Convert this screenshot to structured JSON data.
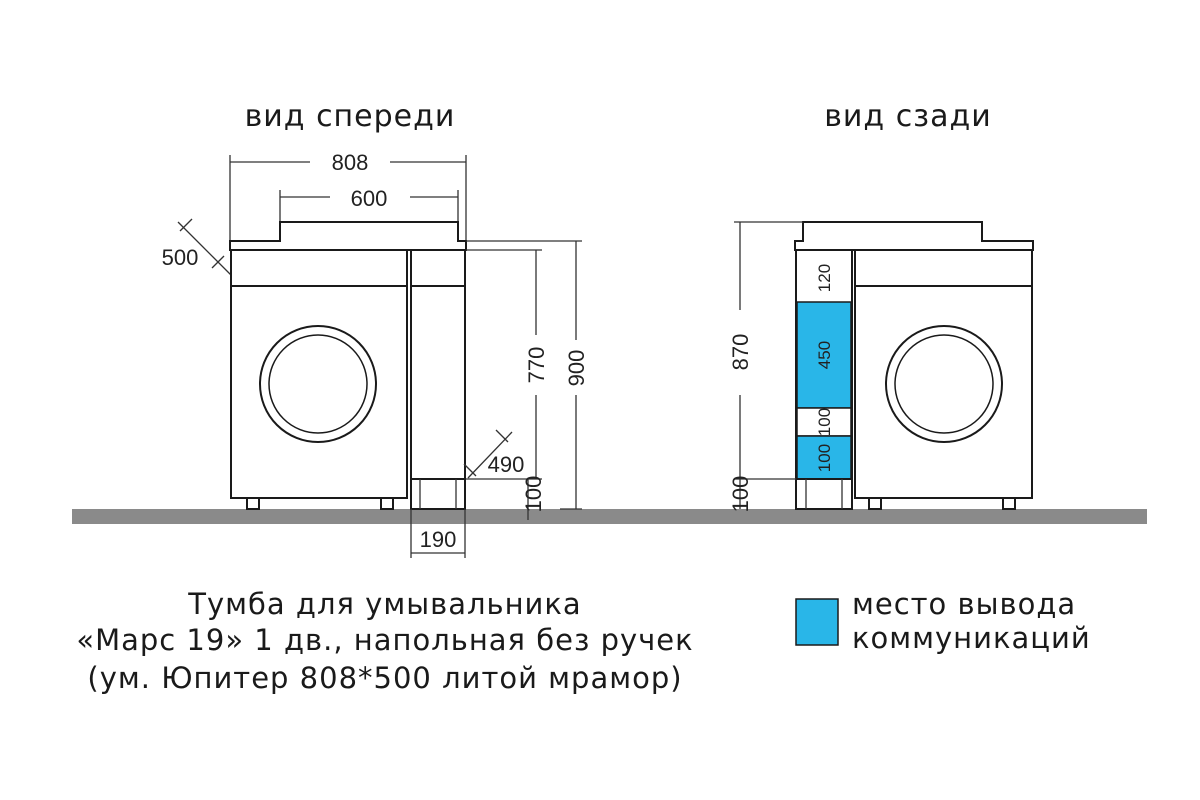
{
  "titles": {
    "front": "вид спереди",
    "back": "вид сзади"
  },
  "front": {
    "dim_width_total": "808",
    "dim_width_basin": "600",
    "dim_depth_top": "500",
    "dim_height_770": "770",
    "dim_height_900": "900",
    "dim_depth_490": "490",
    "dim_leg_100": "100",
    "dim_cabinet_width": "190"
  },
  "back": {
    "dim_height_870": "870",
    "dim_leg_100": "100",
    "zone_120": "120",
    "zone_450": "450",
    "zone_100_white": "100",
    "zone_100_blue": "100"
  },
  "caption": {
    "line1": "Тумба для умывальника",
    "line2": "«Марс 19» 1 дв., напольная без ручек",
    "line3": "(ум. Юпитер 808*500 литой мрамор)"
  },
  "legend": {
    "line1": "место вывода",
    "line2": "коммуникаций"
  },
  "colors": {
    "utility_zone": "#29b6e8",
    "floor": "#8a8a8a",
    "line": "#1a1a1a"
  }
}
